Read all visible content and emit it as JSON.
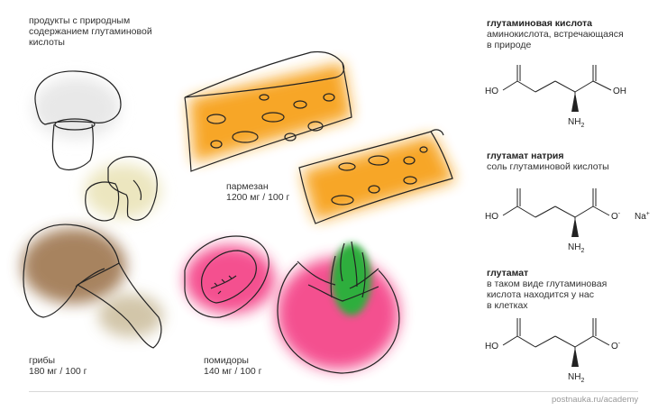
{
  "intro": {
    "line1": "продукты с природным",
    "line2": "содержанием глутаминовой",
    "line3": "кислоты"
  },
  "foods": [
    {
      "name": "пармезан",
      "amount": "1200 мг / 100 г"
    },
    {
      "name": "грибы",
      "amount": "180 мг / 100 г"
    },
    {
      "name": "помидоры",
      "amount": "140 мг / 100 г"
    }
  ],
  "molecules": [
    {
      "title": "глутаминовая кислота",
      "desc": [
        "аминокислота, встречающаяся",
        "в природе"
      ],
      "left": "HO",
      "right": "OH",
      "n": "NH",
      "sub": "2"
    },
    {
      "title": "глутамат натрия",
      "desc": [
        "соль глутаминовой кислоты"
      ],
      "left": "HO",
      "right": "O",
      "sup": "-",
      "na": "Na",
      "na_sup": "+",
      "n": "NH",
      "sub": "2"
    },
    {
      "title": "глутамат",
      "desc": [
        "в таком виде глутаминовая",
        "кислота находится у нас",
        "в клетках"
      ],
      "left": "HO",
      "right": "O",
      "sup": "-",
      "n": "NH",
      "sub": "2"
    }
  ],
  "footer": {
    "source": "postnauka.ru/academy"
  },
  "colors": {
    "cheese": "#f7a21b",
    "tomato": "#f4478a",
    "leaf": "#2fae3c",
    "mushroom": "#8a5a2b",
    "ink": "#222222"
  }
}
